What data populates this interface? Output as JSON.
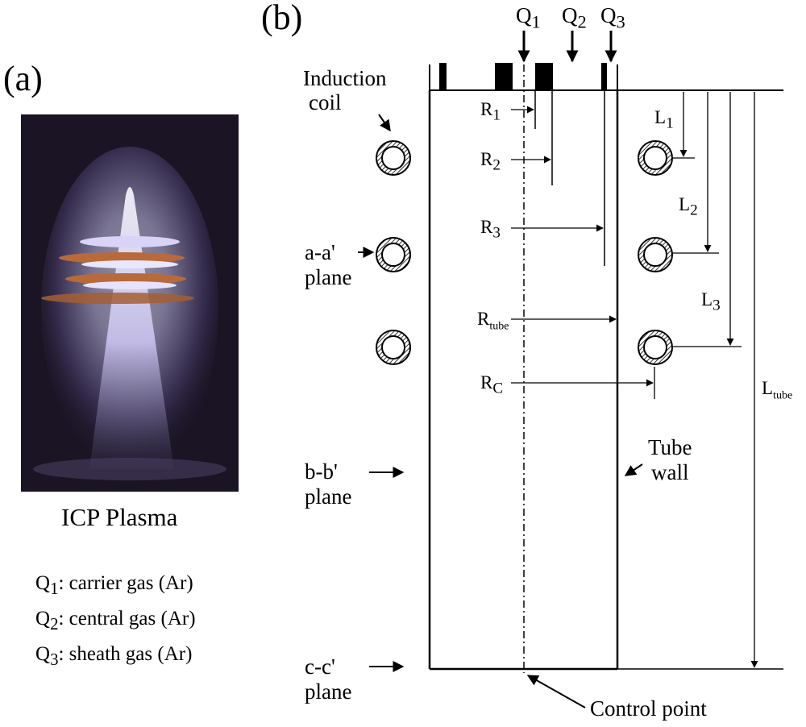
{
  "panel_a": {
    "label": "(a)",
    "caption": "ICP Plasma",
    "legend": [
      {
        "sym": "Q",
        "sub": "1",
        "text": ": carrier gas (Ar)"
      },
      {
        "sym": "Q",
        "sub": "2",
        "text": ": central gas (Ar)"
      },
      {
        "sym": "Q",
        "sub": "3",
        "text": ": sheath gas (Ar)"
      }
    ]
  },
  "panel_b": {
    "label": "(b)",
    "flows": [
      {
        "sym": "Q",
        "sub": "1"
      },
      {
        "sym": "Q",
        "sub": "2"
      },
      {
        "sym": "Q",
        "sub": "3"
      }
    ],
    "radii": [
      {
        "sym": "R",
        "sub": "1"
      },
      {
        "sym": "R",
        "sub": "2"
      },
      {
        "sym": "R",
        "sub": "3"
      },
      {
        "sym": "R",
        "sub": "tube"
      },
      {
        "sym": "R",
        "sub": "C"
      }
    ],
    "lengths": [
      {
        "sym": "L",
        "sub": "1"
      },
      {
        "sym": "L",
        "sub": "2"
      },
      {
        "sym": "L",
        "sub": "3"
      },
      {
        "sym": "L",
        "sub": "tube"
      }
    ],
    "labels": {
      "induction_coil_1": "Induction",
      "induction_coil_2": "coil",
      "plane_a_1": "a-a'",
      "plane_a_2": "plane",
      "plane_b_1": "b-b'",
      "plane_b_2": "plane",
      "plane_c_1": "c-c'",
      "plane_c_2": "plane",
      "tube_wall_1": "Tube",
      "tube_wall_2": "wall",
      "control_point": "Control point"
    }
  },
  "colors": {
    "line": "#000000",
    "plasma_bg": "#1a1424",
    "plasma_core": "#e6e2ff",
    "coil_copper": "#b86a3a"
  }
}
